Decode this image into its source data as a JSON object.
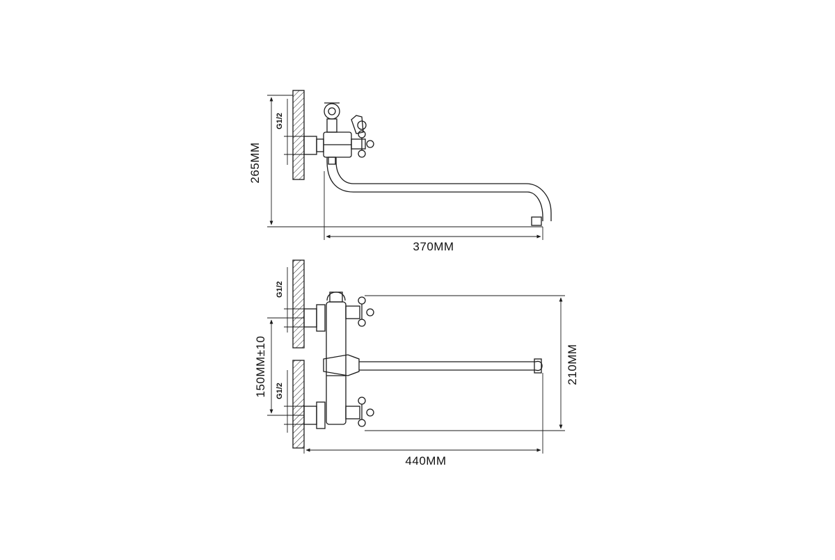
{
  "colors": {
    "line": "#1a1a1a",
    "background": "#ffffff"
  },
  "side_view": {
    "height_label": "265MM",
    "reach_label": "370MM",
    "thread_label": "G1/2"
  },
  "top_view": {
    "upper_thread_label": "G1/2",
    "lower_thread_label": "G1/2",
    "spacing_label": "150MM±10",
    "depth_label": "210MM",
    "reach_label": "440MM"
  }
}
